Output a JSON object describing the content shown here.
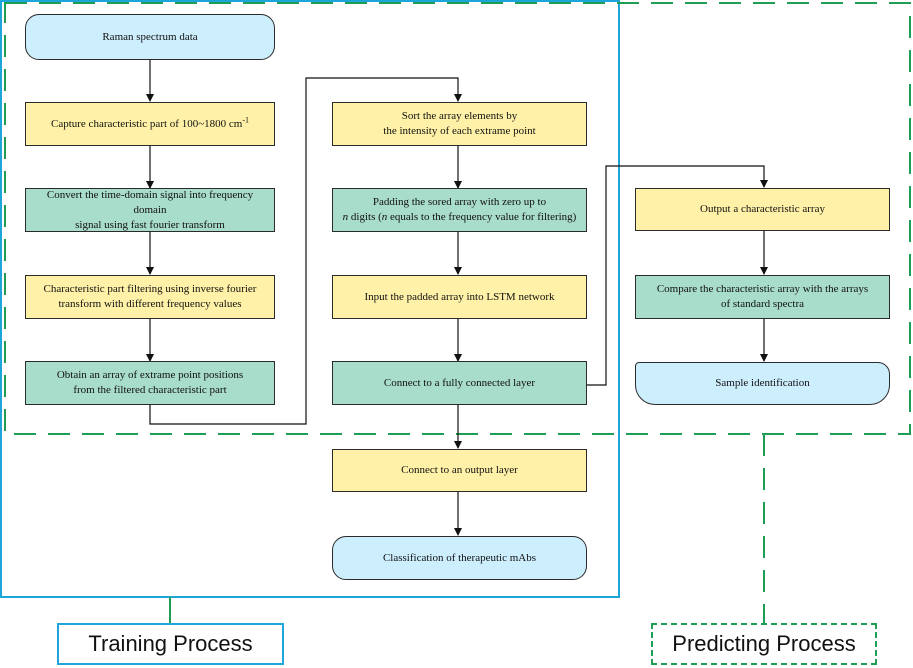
{
  "nodes": {
    "raman": "Raman spectrum data",
    "capture": "Capture characteristic part of 100~1800 cm",
    "capture_sup": "-1",
    "convert_1": "Convert the time-domain signal into frequency domain",
    "convert_2": "signal using fast fourier transform",
    "filtering_1": "Characteristic part filtering using inverse fourier",
    "filtering_2": "transform with different frequency values",
    "obtain_1": "Obtain an array of extrame point positions",
    "obtain_2": "from the filtered characteristic part",
    "sort_1": "Sort the array elements by",
    "sort_2": "the intensity of each extrame point",
    "padding_1": "Padding the sored array with zero up to",
    "padding_2a": "n",
    "padding_2b": " digits (",
    "padding_2c": "n",
    "padding_2d": " equals to the frequency value for filtering)",
    "lstm": "Input the padded array into LSTM network",
    "fully": "Connect to a fully connected layer",
    "output_layer": "Connect to an output layer",
    "classification": "Classification of therapeutic mAbs",
    "output_array": "Output a characteristic array",
    "compare_1": "Compare the characteristic array with the arrays",
    "compare_2": "of standard spectra",
    "sample": "Sample identification"
  },
  "labels": {
    "training": "Training Process",
    "predicting": "Predicting Process"
  },
  "colors": {
    "yellow_box": "#fff2a8",
    "teal_box": "#a8dccb",
    "blue_box": "#cdeefd",
    "training_frame": "#1ea5d9",
    "predicting_frame": "#1f9d55"
  }
}
